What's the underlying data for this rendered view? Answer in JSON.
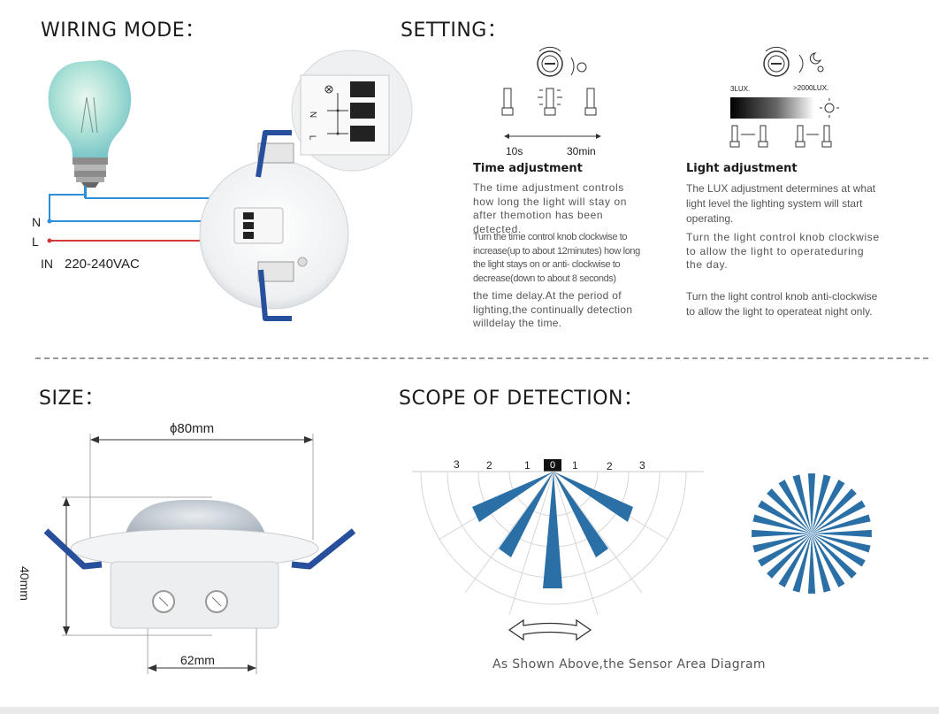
{
  "wiring": {
    "title": "WIRING MODE：",
    "n_label": "N",
    "l_label": "L",
    "in_label": "IN",
    "voltage": "220-240VAC",
    "term_l": "L",
    "term_n": "N"
  },
  "setting": {
    "title": "SETTING：",
    "time": {
      "min_label": "10s",
      "max_label": "30min",
      "heading": "Time adjustment",
      "para1": "The time adjustment controls how long the light will stay on after themotion has been detected.",
      "para2": "Turn the time control knob clockwise to increase(up to about 12minutes) how long the light stays on or anti- clockwise to decrease(down to about 8 seconds)",
      "para3": "the time delay.At the period of lighting,the continually detection willdelay the time."
    },
    "light": {
      "min_label": "3LUX.",
      "max_label": ">2000LUX.",
      "heading": "Light adjustment",
      "para1": "The LUX adjustment determines at what light level the lighting system will start operating.",
      "para2": "Turn the light control knob clockwise to allow the light to operateduring the day.",
      "para3": "Turn the light control knob anti-clockwise to allow the light to operateat night only."
    }
  },
  "size": {
    "title": "SIZE：",
    "diameter": "ϕ80mm",
    "height": "40mm",
    "base": "62mm"
  },
  "detection": {
    "title": "SCOPE OF DETECTION：",
    "scale": [
      "3",
      "2",
      "1",
      "0",
      "1",
      "2",
      "3"
    ],
    "caption": "As Shown Above,the Sensor Area Diagram"
  },
  "colors": {
    "beam": "#2a6fa6",
    "wire_blue": "#2f8fd6",
    "wire_red": "#d23a3a",
    "clip_blue": "#274f9c"
  }
}
